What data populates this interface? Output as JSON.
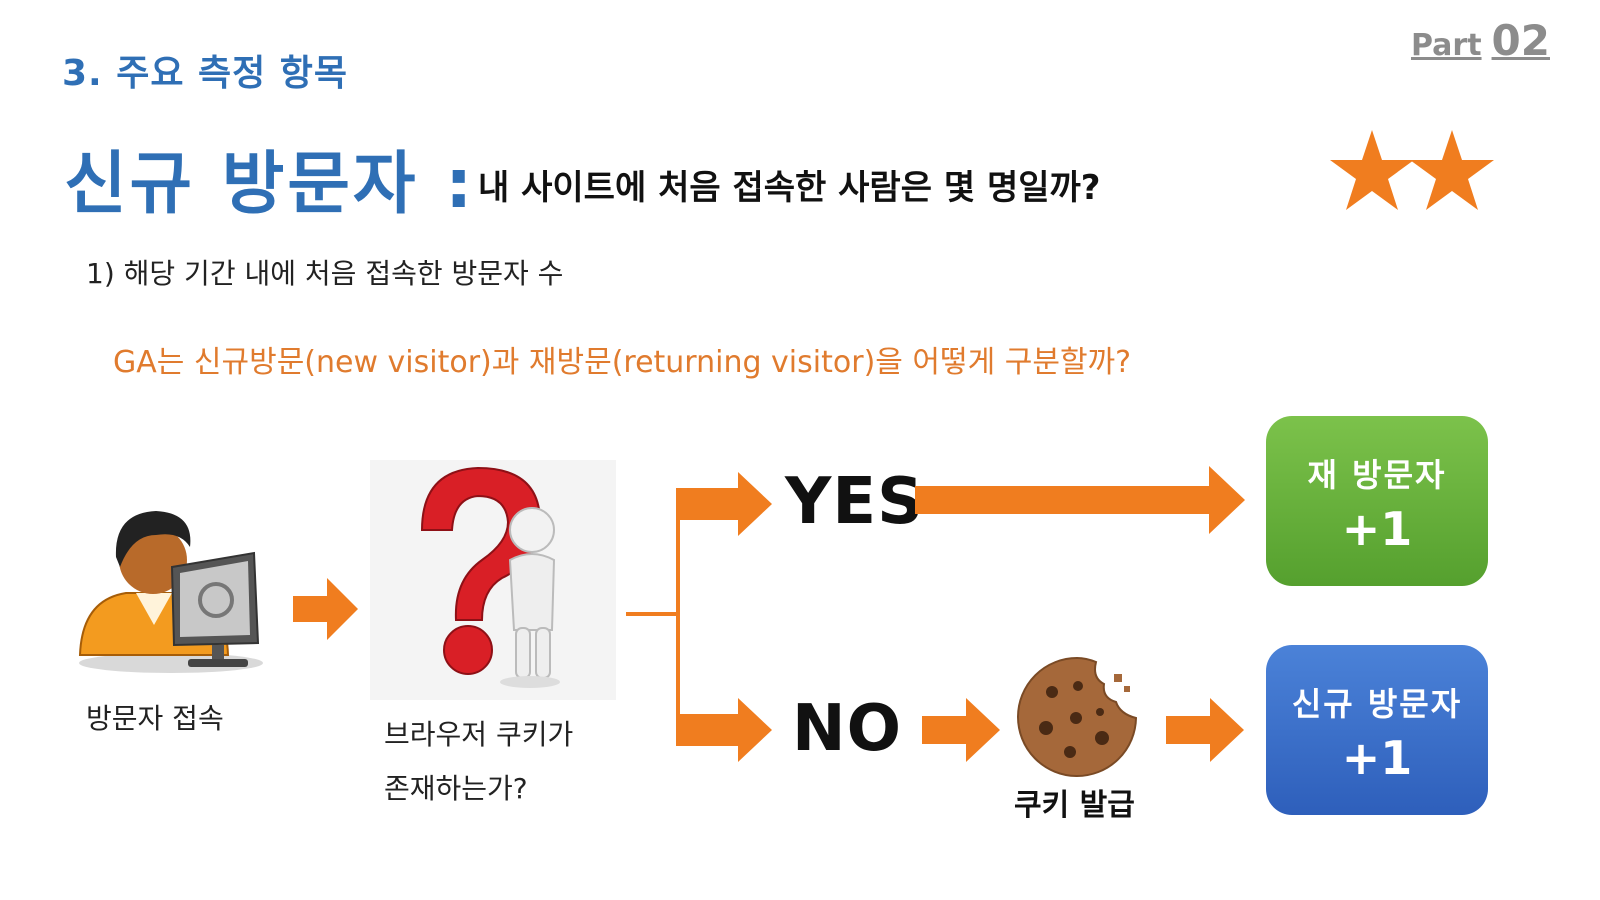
{
  "header": {
    "section": "3. 주요 측정 항목",
    "part_prefix": "Part",
    "part_number": "02"
  },
  "title": {
    "main": "신규 방문자 :",
    "subtitle": "내 사이트에 처음 접속한 사람은 몇 명일까?",
    "rating_stars": 2,
    "star_color": "#f07d1f"
  },
  "point": "1)  해당 기간 내에 처음 접속한 방문자 수",
  "question": "GA는 신규방문(new visitor)과 재방문(returning visitor)을 어떻게 구분할까?",
  "flow": {
    "visitor_caption": "방문자 접속",
    "cookie_question_line1": "브라우저 쿠키가",
    "cookie_question_line2": "존재하는가?",
    "yes": "YES",
    "no": "NO",
    "cookie_issue": "쿠키 발급",
    "arrow_color": "#f07d1f"
  },
  "results": {
    "returning": {
      "label": "재 방문자",
      "count": "+1",
      "color": "#6ab13e"
    },
    "new": {
      "label": "신규 방문자",
      "count": "+1",
      "color": "#3b70c9"
    }
  }
}
